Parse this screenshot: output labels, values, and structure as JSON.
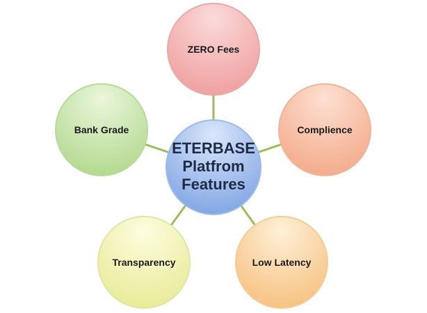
{
  "center": {
    "lines": [
      "ETERBASE",
      "Platfrom",
      "Features"
    ],
    "fill_top": "#dbe6fb",
    "fill_bottom": "#7ea4e3",
    "stroke": "#9dbbe8"
  },
  "connector_color": "#9cbb5c",
  "nodes": [
    {
      "label": "ZERO Fees",
      "fill_top": "#fbdada",
      "fill_bottom": "#ef9e9d",
      "stroke": "#e8a9a8"
    },
    {
      "label": "Complience",
      "fill_top": "#fde0d2",
      "fill_bottom": "#f3a988",
      "stroke": "#eeb59a"
    },
    {
      "label": "Low Latency",
      "fill_top": "#fef0d8",
      "fill_bottom": "#f6c07e",
      "stroke": "#f3cd97"
    },
    {
      "label": "Transparency",
      "fill_top": "#fdfde0",
      "fill_bottom": "#e8ea95",
      "stroke": "#e2e4a8"
    },
    {
      "label": "Bank Grade",
      "fill_top": "#eaf6db",
      "fill_bottom": "#b1d98d",
      "stroke": "#b8d99b"
    }
  ]
}
